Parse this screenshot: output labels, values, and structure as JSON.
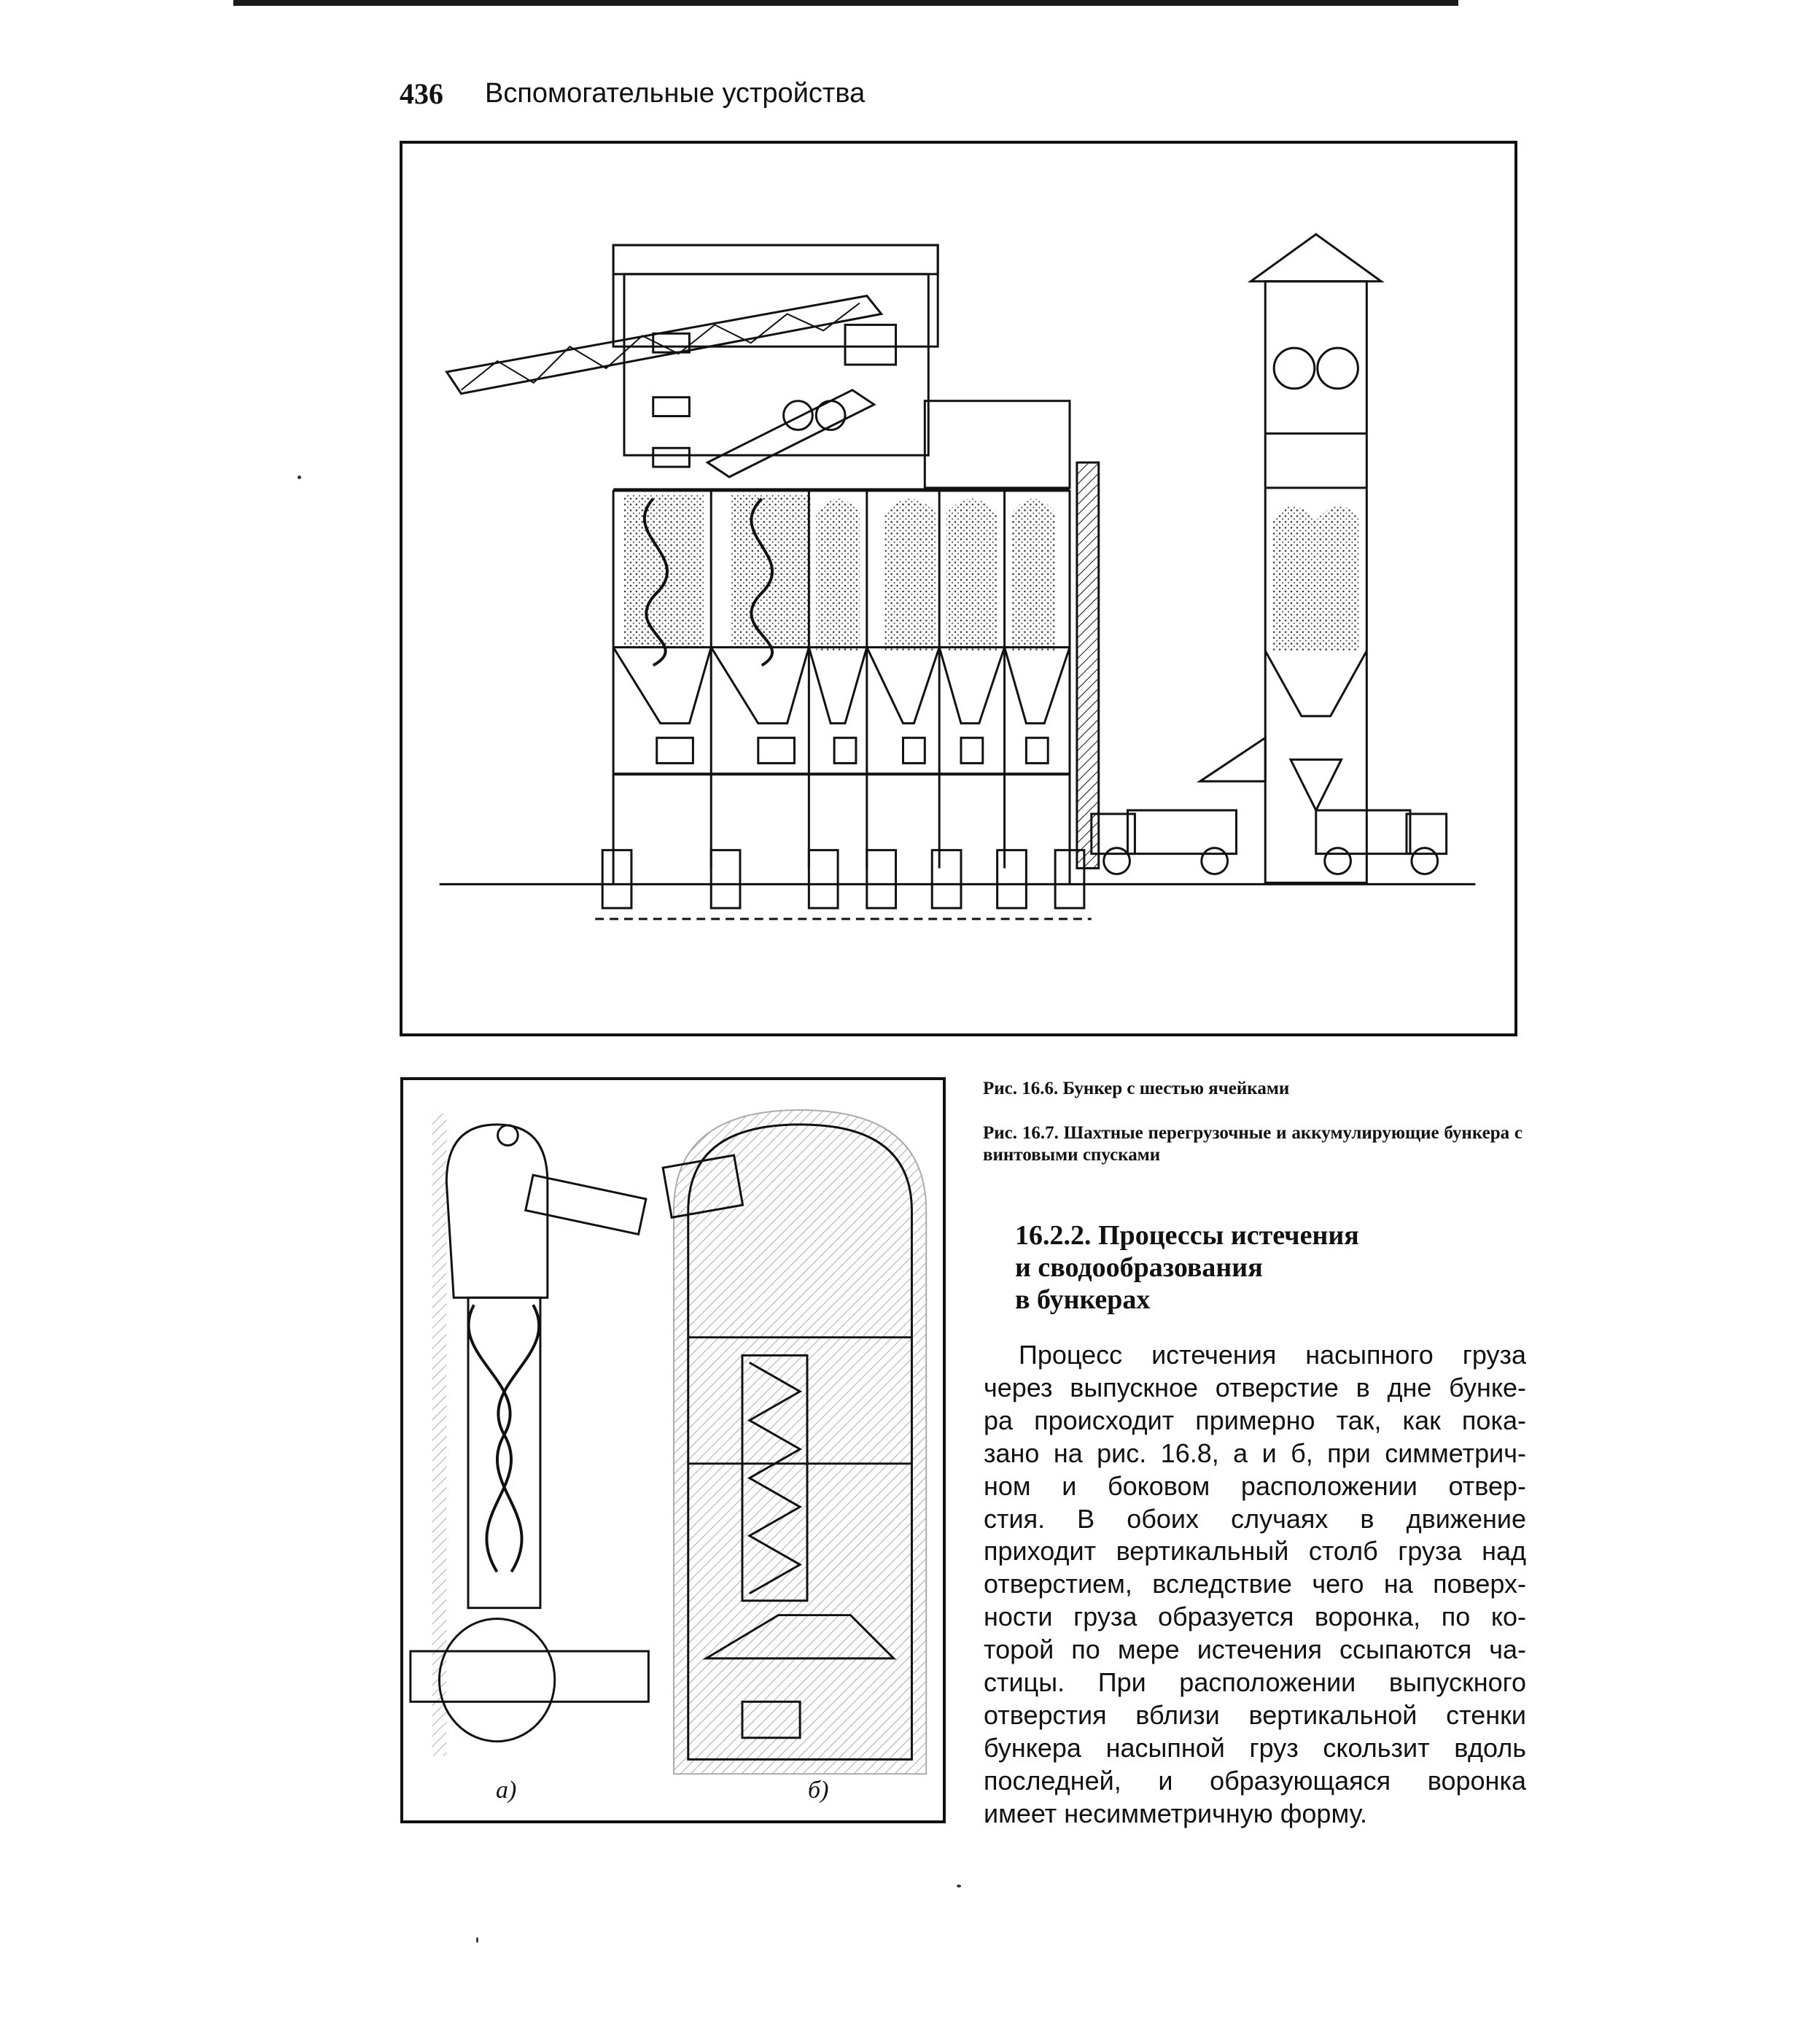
{
  "header": {
    "page_number": "436",
    "running_title": "Вспомогательные устройства"
  },
  "figures": {
    "fig_16_6": {
      "caption": "Рис. 16.6. Бункер с шестью ячейками"
    },
    "fig_16_7": {
      "caption": "Рис. 16.7. Шахтные перегрузочные и аккумулирующие бункера с винтовыми спусками",
      "sublabel_a": "а)",
      "sublabel_b": "б)"
    }
  },
  "section": {
    "heading_lines": [
      "16.2.2. Процессы истечения",
      "и сводообразования",
      "в бункерах"
    ]
  },
  "body": {
    "lines": [
      "Процесс истечения насыпного груза",
      "через выпускное отверстие в дне бунке-",
      "ра происходит примерно так, как пока-",
      "зано на рис. 16.8, а и б, при симметрич-",
      "ном и боковом расположении отвер-",
      "стия. В обоих случаях в движение",
      "приходит вертикальный столб груза над",
      "отверстием, вследствие чего на поверх-",
      "ности груза образуется воронка, по ко-",
      "торой по мере истечения ссыпаются ча-",
      "стицы. При расположении выпускного",
      "отверстия вблизи вертикальной стенки",
      "бункера насыпной груз скользит вдоль",
      "последней, и образующаяся воронка",
      "имеет несимметричную форму."
    ]
  }
}
